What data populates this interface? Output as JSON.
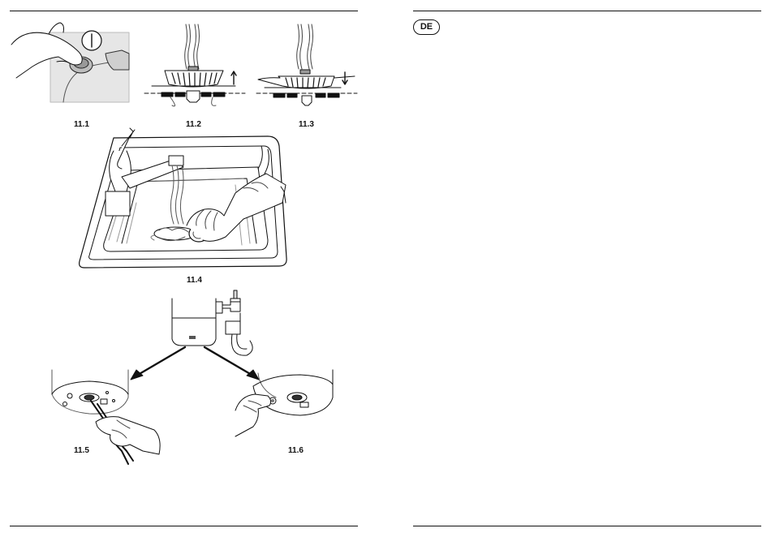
{
  "page": {
    "language_badge": "DE",
    "figures": [
      {
        "id": "fig-11-1",
        "label": "11.1"
      },
      {
        "id": "fig-11-2",
        "label": "11.2"
      },
      {
        "id": "fig-11-3",
        "label": "11.3"
      },
      {
        "id": "fig-11-4",
        "label": "11.4"
      },
      {
        "id": "fig-11-5",
        "label": "11.5"
      },
      {
        "id": "fig-11-6",
        "label": "11.6"
      }
    ]
  }
}
